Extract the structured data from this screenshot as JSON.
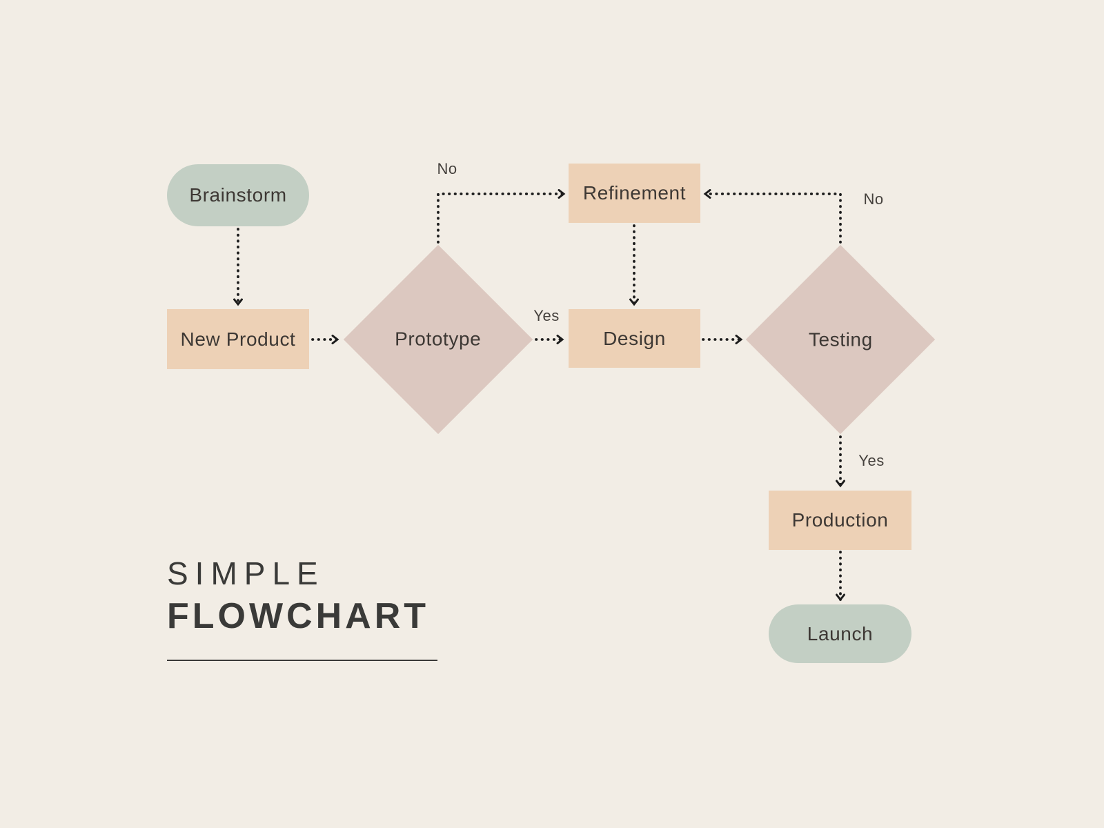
{
  "title": {
    "line1": "SIMPLE",
    "line2": "FLOWCHART"
  },
  "nodes": {
    "brainstorm": {
      "label": "Brainstorm",
      "shape": "rounded-terminator",
      "color": "#c3cfc4"
    },
    "new_product": {
      "label": "New Product",
      "shape": "process-rect",
      "color": "#edd1b6"
    },
    "prototype": {
      "label": "Prototype",
      "shape": "decision-diamond",
      "color": "#dcc8c0"
    },
    "refinement": {
      "label": "Refinement",
      "shape": "process-rect",
      "color": "#edd1b6"
    },
    "design": {
      "label": "Design",
      "shape": "process-rect",
      "color": "#edd1b6"
    },
    "testing": {
      "label": "Testing",
      "shape": "decision-diamond",
      "color": "#dcc8c0"
    },
    "production": {
      "label": "Production",
      "shape": "process-rect",
      "color": "#edd1b6"
    },
    "launch": {
      "label": "Launch",
      "shape": "rounded-terminator",
      "color": "#c3cfc4"
    }
  },
  "edges": [
    {
      "from": "Brainstorm",
      "to": "New Product",
      "label": ""
    },
    {
      "from": "New Product",
      "to": "Prototype",
      "label": ""
    },
    {
      "from": "Prototype",
      "to": "Refinement",
      "label": "No"
    },
    {
      "from": "Prototype",
      "to": "Design",
      "label": "Yes"
    },
    {
      "from": "Refinement",
      "to": "Design",
      "label": ""
    },
    {
      "from": "Design",
      "to": "Testing",
      "label": ""
    },
    {
      "from": "Testing",
      "to": "Refinement",
      "label": "No"
    },
    {
      "from": "Testing",
      "to": "Production",
      "label": "Yes"
    },
    {
      "from": "Production",
      "to": "Launch",
      "label": ""
    }
  ],
  "colors": {
    "background": "#f2ede5",
    "terminator": "#c3cfc4",
    "process": "#edd1b6",
    "decision": "#dcc8c0",
    "node_text": "#3d3834",
    "arrow": "#1c1c1c",
    "edge_label_text": "#45413d",
    "title_text": "#3a3a38"
  }
}
